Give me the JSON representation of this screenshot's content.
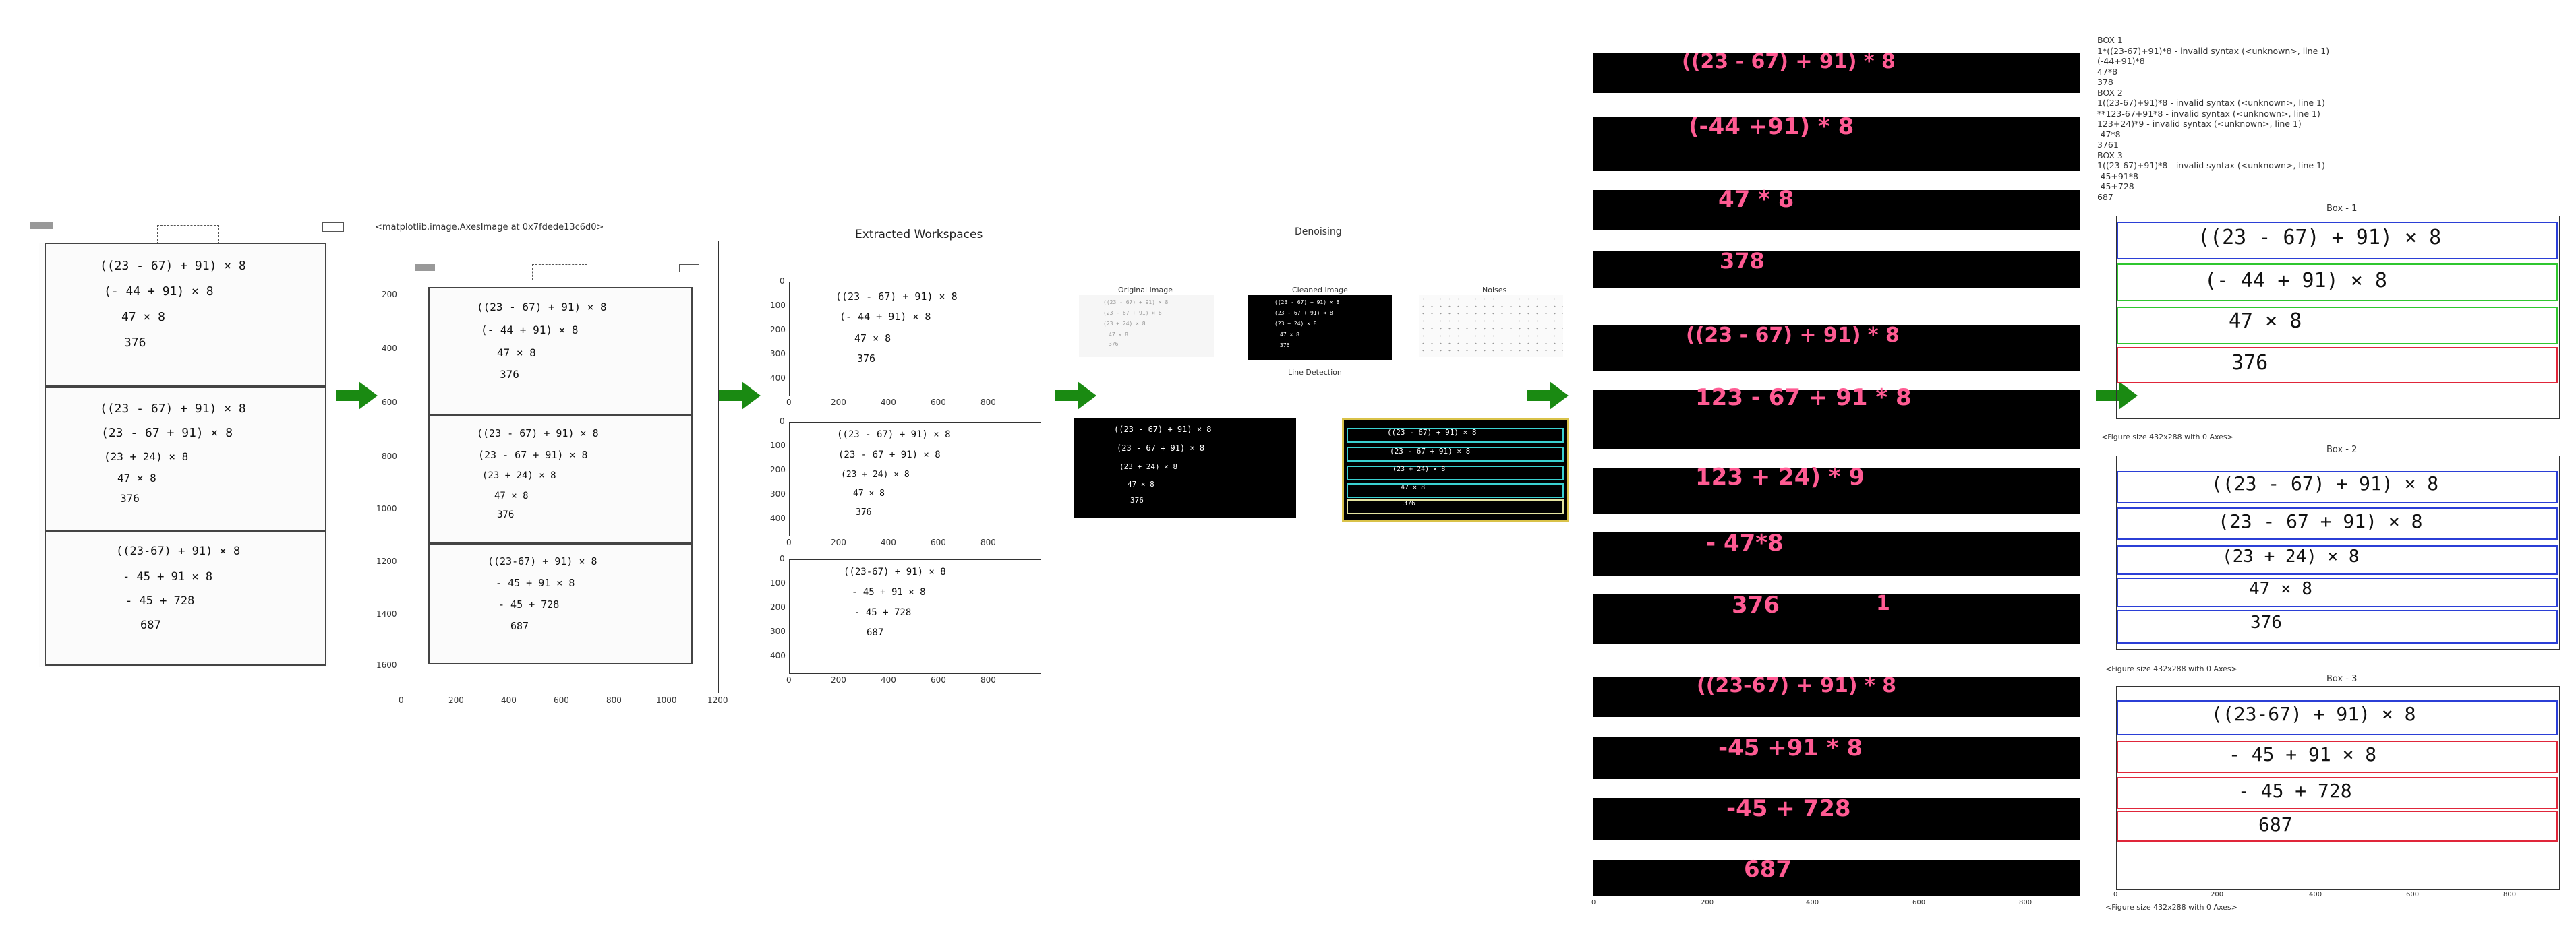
{
  "stage1": {
    "box1": [
      "((23 - 67) + 91) × 8",
      "(- 44 + 91) × 8",
      "47 × 8",
      "376"
    ],
    "box2": [
      "((23 - 67) + 91) × 8",
      "(23 - 67 + 91) × 8",
      "(23 + 24) × 8",
      "47 × 8",
      "376"
    ],
    "box3": [
      "((23-67) + 91) × 8",
      "- 45 + 91 × 8",
      "- 45 + 728",
      "687"
    ]
  },
  "stage2": {
    "caption": "<matplotlib.image.AxesImage at 0x7fdede13c6d0>",
    "yticks": [
      "200",
      "400",
      "600",
      "800",
      "1000",
      "1200",
      "1400",
      "1600"
    ],
    "xticks": [
      "0",
      "200",
      "400",
      "600",
      "800",
      "1000",
      "1200"
    ]
  },
  "stage3": {
    "title": "Extracted Workspaces",
    "panel_yticks": [
      [
        "0",
        "100",
        "200",
        "300",
        "400"
      ],
      [
        "0",
        "100",
        "200",
        "300",
        "400"
      ],
      [
        "0",
        "100",
        "200",
        "300",
        "400"
      ]
    ],
    "xticks": [
      "0",
      "200",
      "400",
      "600",
      "800"
    ]
  },
  "stage4": {
    "title": "Denoising",
    "original": "Original Image",
    "cleaned": "Cleaned Image",
    "noises": "Noises",
    "line_detection": "Line Detection"
  },
  "stage5": {
    "labels": [
      "((23 - 67) + 91) * 8",
      "(-44 +91) * 8",
      "47 * 8",
      "378",
      "((23 - 67) + 91) * 8",
      "123 - 67 + 91 * 8",
      "123 + 24) * 9",
      "- 47*8",
      "376",
      "1",
      "((23-67) + 91) * 8",
      "-45 +91 * 8",
      "-45 + 728",
      "687"
    ],
    "xticks": [
      "0",
      "200",
      "400",
      "600",
      "800"
    ]
  },
  "stage6": {
    "log": "BOX 1\n1*((23-67)+91)*8 - invalid syntax (<unknown>, line 1)\n(-44+91)*8\n47*8\n378\nBOX 2\n1((23-67)+91)*8 - invalid syntax (<unknown>, line 1)\n**123-67+91*8 - invalid syntax (<unknown>, line 1)\n123+24)*9 - invalid syntax (<unknown>, line 1)\n-47*8\n3761\nBOX 3\n1((23-67)+91)*8 - invalid syntax (<unknown>, line 1)\n-45+91*8\n-45+728\n687",
    "box_titles": [
      "Box - 1",
      "Box - 2",
      "Box - 3"
    ],
    "fig_caption": "<Figure size 432x288 with 0 Axes>",
    "xticks": [
      "0",
      "200",
      "400",
      "600",
      "800"
    ]
  },
  "colors": {
    "arrow": "#1a8a12",
    "pink": "#ff5b93",
    "blue": "#2b3fd6",
    "green": "#2fc72f",
    "red": "#e0263a"
  }
}
